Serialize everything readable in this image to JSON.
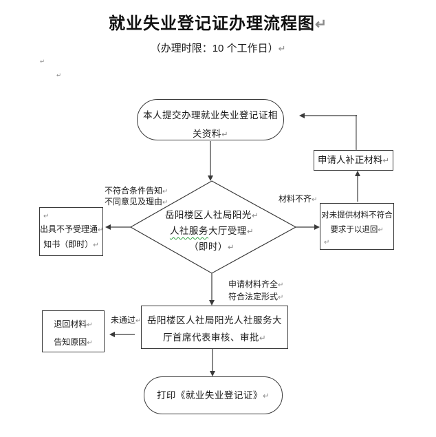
{
  "page": {
    "title": "就业失业登记证办理流程图↵",
    "subtitle": "（办理时限：10 个工作日）↵",
    "stray_mark1": "↵",
    "stray_mark2": "↵"
  },
  "flow": {
    "start": {
      "line1": "本人提交办理就业失业登记证相",
      "line2": "关资料↵"
    },
    "supplement": {
      "text": "申请人补正材料↵"
    },
    "decision": {
      "line1": "岳阳楼区人社局阳光↵",
      "line2_marked": "人社服务",
      "line2_rest": "大厅受理↵",
      "line3": "（即时）↵"
    },
    "reject_notice": {
      "mark": "↵",
      "line1": "出具不予受理通↵",
      "line2": "知书（即时）↵"
    },
    "return_incomplete": {
      "line1": "对未提供材料不符合",
      "line2": "要求于以退回↵",
      "mark": "↵"
    },
    "review": {
      "line1": "岳阳楼区人社局阳光人社服务大",
      "line2": "厅首席代表审核、审批↵"
    },
    "return_materials": {
      "line1": "退回材料↵",
      "line2": "告知原因↵"
    },
    "end": {
      "text": "打印《就业失业登记证》↵"
    },
    "labels": {
      "reject_line1": "不符合条件告知↵",
      "reject_line2": "不同意见及理由↵",
      "incomplete": "材料不齐↵",
      "complete_line1": "申请材料齐全↵",
      "complete_line2": "符合法定形式↵",
      "not_passed": "未通过↵"
    }
  },
  "colors": {
    "line": "#3a3a3a",
    "text": "#1a1a1a",
    "connector_gray": "#9a9a9a",
    "spellcheck_underline": "#2e9e40",
    "formatting_mark": "#8a8a8a"
  }
}
